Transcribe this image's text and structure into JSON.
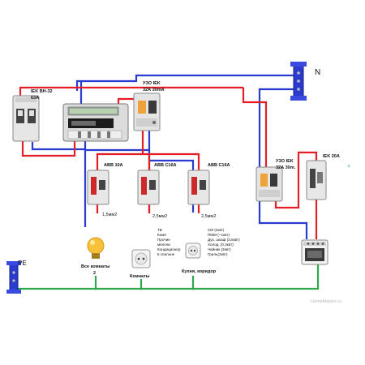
{
  "colors": {
    "phase": "#e31e24",
    "neutral": "#2a3bd0",
    "earth": "#2ea84a",
    "breaker_body": "#d8d8d8",
    "breaker_dark": "#7a7a7a",
    "lever_red": "#cc2a2a",
    "text": "#111111",
    "watermark": "#b8b8b8"
  },
  "labels": {
    "n_bus": "N",
    "pe_bus": "PE",
    "main_breaker": [
      "IEK ВН-32",
      "63А"
    ],
    "rcd_main": [
      "УЗО IEK",
      "32А 30mA"
    ],
    "abb10": "ABB 10A",
    "abb16a": "ABB C16A",
    "abb16b": "ABB C16A",
    "rcd_right": [
      "УЗО IEK",
      "32А 30m."
    ],
    "iek20": "IEK 20A",
    "wire1": "1,5мм2",
    "wire2": "2,5мм2",
    "wire3": "2,5мм2",
    "lamp": [
      "Все комнаты",
      "2"
    ],
    "rooms": "Комнаты",
    "kitchen": "Кухня, коридор",
    "list_rooms": [
      "ТВ",
      "Комп",
      "Прочие",
      "мелочи",
      "Кондиционер",
      "в спальне"
    ],
    "list_kitchen": [
      "СМ (2квт)",
      "ПММ (~1квт)",
      "Дух. шкаф (3,5квт)",
      "Холод. (0,3квт)",
      "Чайник (2квт)",
      "Гриль(2квт)"
    ],
    "watermark": "HomeMaster.ru"
  },
  "icons": [
    "lightbulb-icon",
    "socket-icon",
    "stove-icon",
    "electric-meter-icon"
  ]
}
